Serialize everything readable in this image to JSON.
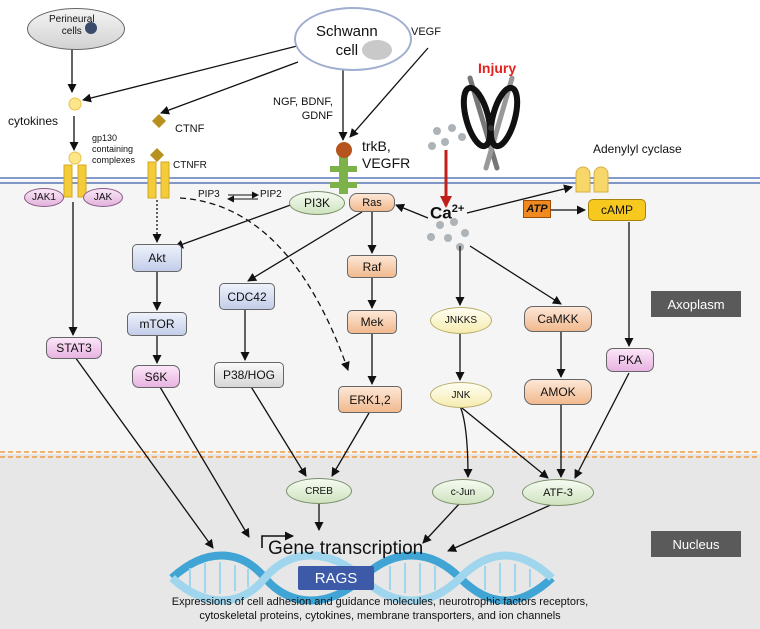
{
  "cells": {
    "perineural": "Perineural\ncells",
    "schwann": "Schwann\ncell"
  },
  "ligands": {
    "cytokines": "cytokines",
    "ctnf": "CTNF",
    "ngf": "NGF, BDNF,\nGDNF",
    "vegf": "VEGF"
  },
  "receptors": {
    "gp130": "gp130\ncontaining\ncomplexes",
    "ctnfr": "CTNFR",
    "trkb": "trkB,\nVEGFR",
    "adenylyl": "Adenylyl cyclase"
  },
  "membrane": {
    "jak1": "JAK1",
    "jak": "JAK",
    "pi3k": "PI3K",
    "ras": "Ras",
    "pip3": "PIP3",
    "pip2": "PIP2"
  },
  "injury": {
    "label": "Injury",
    "ca_base": "Ca",
    "ca_sup": "2+"
  },
  "nodes": {
    "akt": "Akt",
    "mtor": "mTOR",
    "s6k": "S6K",
    "stat3": "STAT3",
    "cdc42": "CDC42",
    "p38": "P38/HOG",
    "raf": "Raf",
    "mek": "Mek",
    "erk": "ERK1,2",
    "jnkks": "JNKKS",
    "jnk": "JNK",
    "camkk": "CaMKK",
    "amok": "AMOK",
    "atp": "ATP",
    "camp": "cAMP",
    "pka": "PKA",
    "creb": "CREB",
    "cjun": "c-Jun",
    "atf3": "ATF-3"
  },
  "regions": {
    "axoplasm": "Axoplasm",
    "nucleus": "Nucleus"
  },
  "nucleus": {
    "gene": "Gene transcription",
    "rags": "RAGS",
    "footer": "Expressions of cell adhesion and guidance molecules, neurotrophic factors receptors,\ncytoskeletal proteins, cytokines, membrane transporters, and ion channels"
  },
  "colors": {
    "injury": "#e8201c",
    "arrow_red": "#c0201a",
    "membrane": "#3b5dab",
    "nuclear_membrane": "#f08a24",
    "receptor": "#f4cc3a",
    "trk": "#7db24a"
  }
}
